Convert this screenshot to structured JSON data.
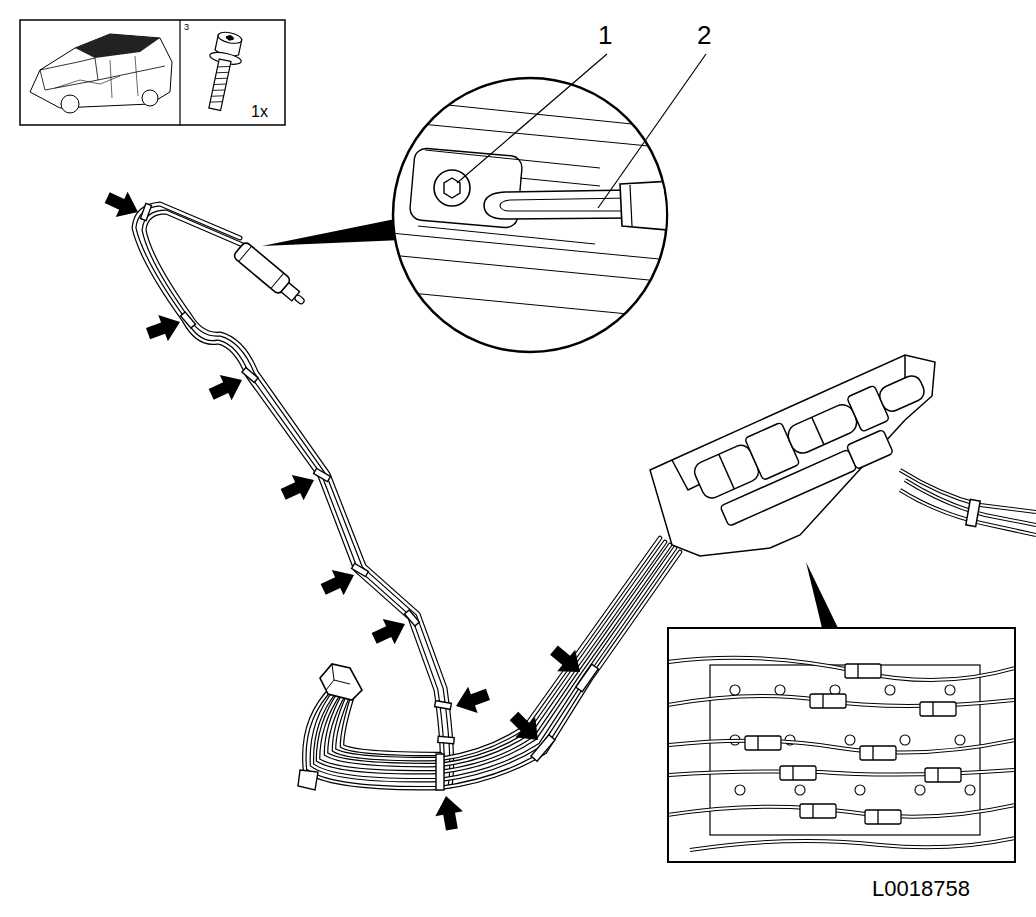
{
  "diagram": {
    "labels": [
      "3",
      "1x",
      "1",
      "2",
      "L0018758"
    ]
  }
}
